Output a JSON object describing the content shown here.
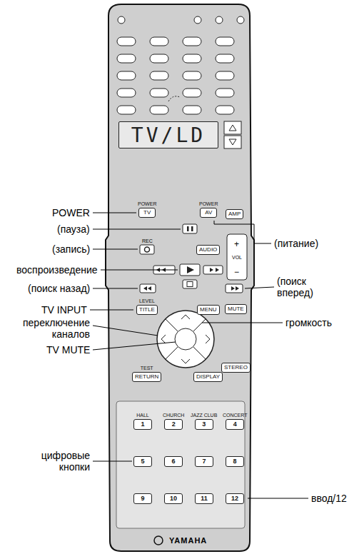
{
  "diagram": {
    "nodes": [
      {
        "text": [
          "TV/LD"
        ]
      },
      {
        "text": [
          "POWER",
          "TV"
        ]
      },
      {
        "text": [
          "POWER",
          "AV"
        ]
      },
      {
        "text": [
          "AMP"
        ]
      },
      {
        "text": [
          "AUDIO"
        ]
      },
      {
        "text": [
          "LEVEL",
          "TITLE"
        ]
      },
      {
        "text": [
          "MENU"
        ]
      },
      {
        "text": [
          "MUTE"
        ]
      },
      {
        "text": [
          "TEST",
          "RETURN"
        ]
      },
      {
        "text": [
          "DISPLAY"
        ]
      },
      {
        "text": [
          "STEREO"
        ]
      },
      {
        "text": [
          "HALL",
          "1"
        ]
      },
      {
        "text": [
          "CHURCH",
          "2"
        ]
      },
      {
        "text": [
          "JAZZ CLUB",
          "3"
        ]
      },
      {
        "text": [
          "CONCERT",
          "4"
        ]
      },
      {
        "text": [
          "5"
        ]
      },
      {
        "text": [
          "6"
        ]
      },
      {
        "text": [
          "7"
        ]
      },
      {
        "text": [
          "8"
        ]
      },
      {
        "text": [
          "9"
        ]
      },
      {
        "text": [
          "10"
        ]
      },
      {
        "text": [
          "11"
        ]
      },
      {
        "text": [
          "12"
        ]
      }
    ],
    "labels": [
      "REC",
      "VOL",
      "+",
      "−",
      "YAMAHA",
      "POWER",
      "(пауза)",
      "(запись)",
      "воспроизведение",
      "(поиск назад)",
      "TV INPUT",
      "переключение каналов",
      "TV MUTE",
      "цифровые кнопки",
      "(питание)",
      "(поиск вперед)",
      "громкость",
      "ввод/12"
    ]
  }
}
